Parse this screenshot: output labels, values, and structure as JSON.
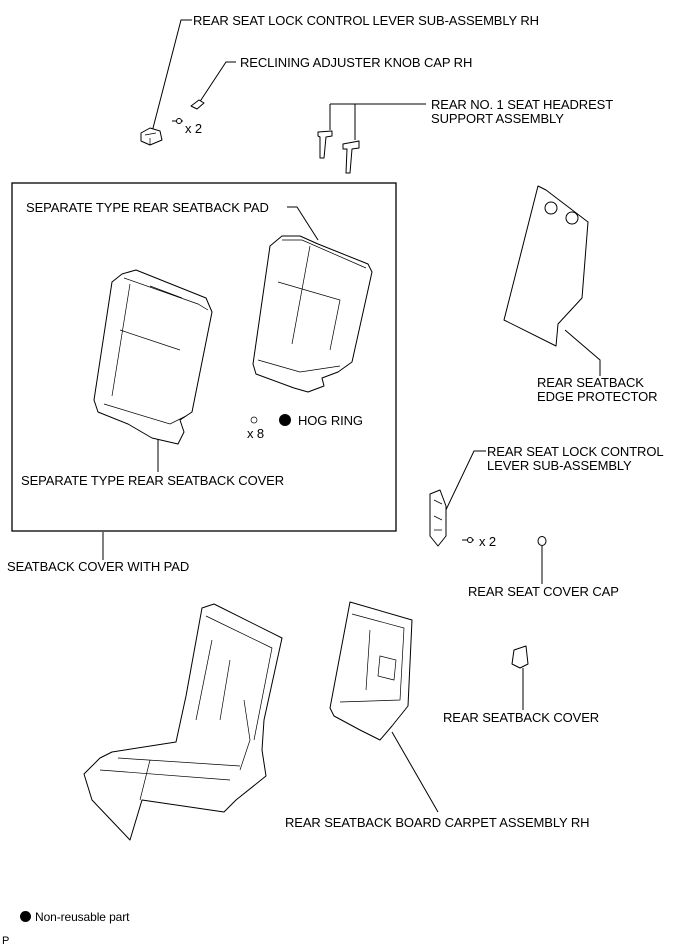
{
  "labels": {
    "lock_lever_rh": "REAR SEAT LOCK CONTROL LEVER SUB-ASSEMBLY RH",
    "knob_cap_rh": "RECLINING ADJUSTER KNOB CAP RH",
    "qty_screw_top": "x 2",
    "headrest_support_line1": "REAR NO. 1 SEAT HEADREST",
    "headrest_support_line2": "SUPPORT ASSEMBLY",
    "seatback_pad": "SEPARATE TYPE REAR SEATBACK PAD",
    "hog_ring": "HOG RING",
    "qty_hog_ring": "x 8",
    "seatback_cover_separate": "SEPARATE TYPE REAR SEATBACK COVER",
    "seatback_cover_with_pad": "SEATBACK COVER WITH PAD",
    "edge_protector_line1": "REAR SEATBACK",
    "edge_protector_line2": "EDGE PROTECTOR",
    "lock_lever_line1": "REAR SEAT LOCK CONTROL",
    "lock_lever_line2": "LEVER SUB-ASSEMBLY",
    "qty_screw_mid": "x 2",
    "seat_cover_cap": "REAR SEAT COVER CAP",
    "rear_seatback_cover": "REAR SEATBACK COVER",
    "board_carpet_rh": "REAR SEATBACK BOARD CARPET ASSEMBLY RH",
    "legend_non_reusable": "Non-reusable part",
    "corner_code": "P"
  }
}
